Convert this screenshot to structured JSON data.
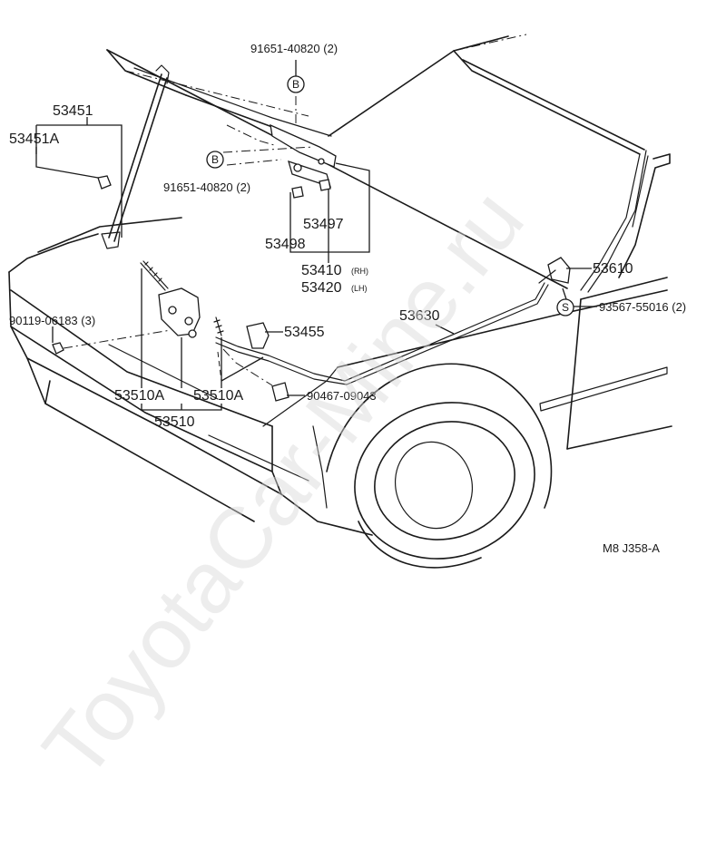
{
  "parts": {
    "p91651_top": "91651-40820 (2)",
    "p91651_mid": "91651-40820 (2)",
    "p53451": "53451",
    "p53451A": "53451A",
    "p53497": "53497",
    "p53498": "53498",
    "p53410": "53410",
    "p53410_suffix": "(RH)",
    "p53420": "53420",
    "p53420_suffix": "(LH)",
    "p53610": "53610",
    "p93567": "93567-55016 (2)",
    "p53630": "53630",
    "p90119": "90119-06183 (3)",
    "p53455": "53455",
    "p53510A_left": "53510A",
    "p53510A_right": "53510A",
    "p53510": "53510",
    "p90467": "90467-09043"
  },
  "markers": {
    "b_top": "B",
    "b_mid": "B",
    "s": "S"
  },
  "footer": {
    "code": "M8  J358-A"
  },
  "watermark": "ToyotaCar-Mine.ru"
}
